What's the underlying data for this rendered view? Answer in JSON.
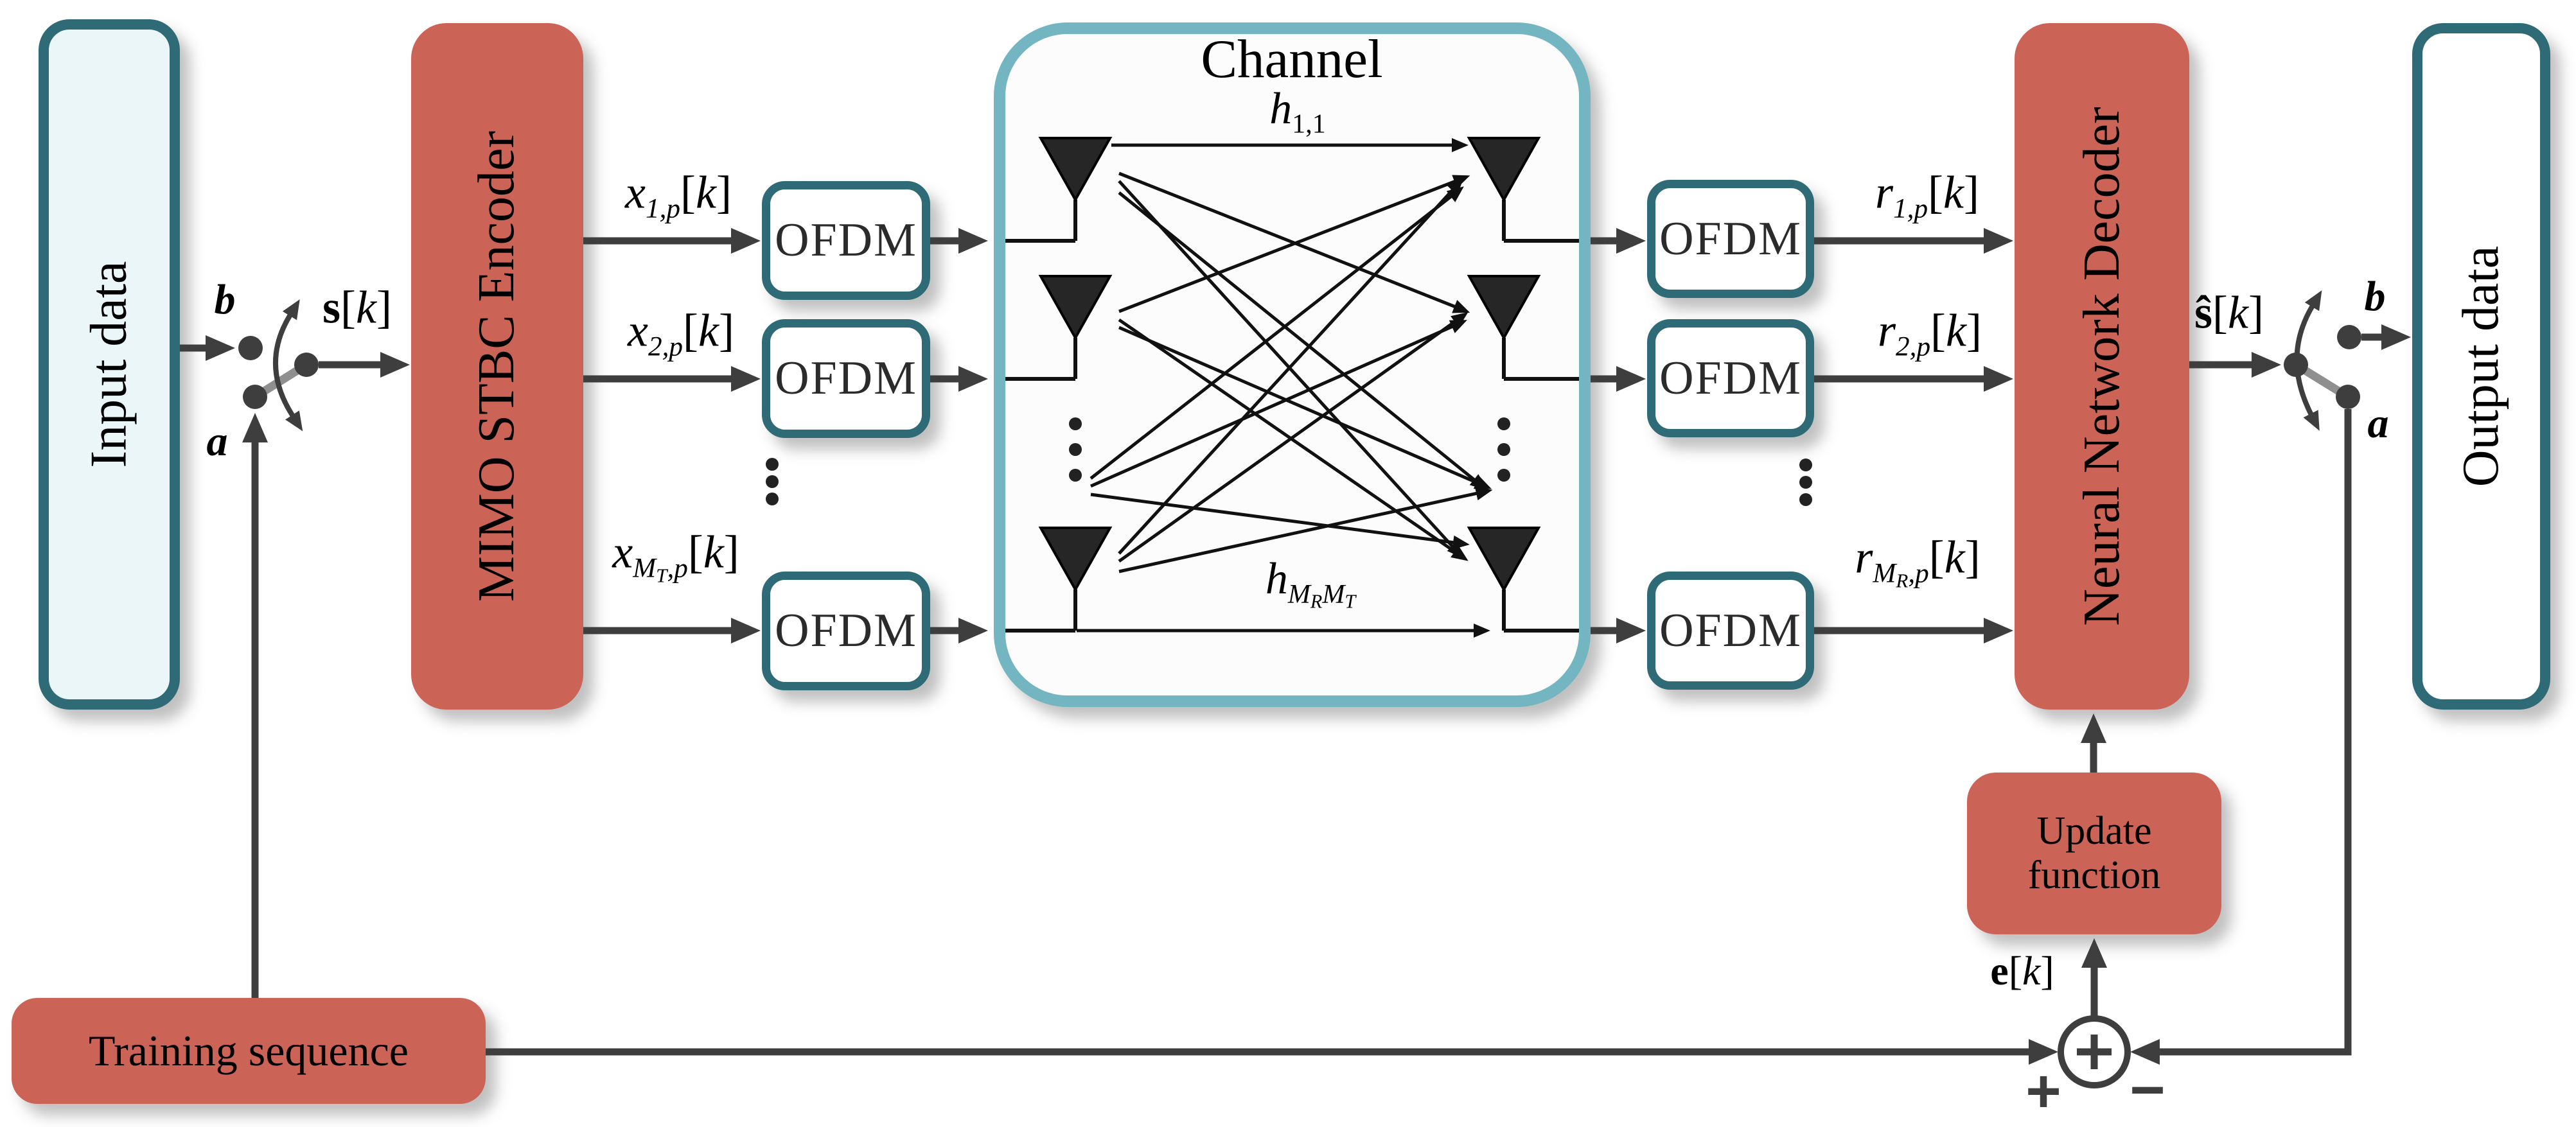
{
  "blocks": {
    "input_data": "Input data",
    "encoder": "MIMO STBC Encoder",
    "ofdm": "OFDM",
    "channel": "Channel",
    "decoder": "Neural Network Decoder",
    "output_data": "Output data",
    "update_function": "Update function",
    "training_sequence": "Training sequence"
  },
  "switch_labels": {
    "top": "b",
    "bottom": "a"
  },
  "signs": {
    "plus": "+",
    "minus": "−"
  },
  "math": {
    "s": {
      "base": "s",
      "open": "[",
      "arg": "k",
      "close": "]"
    },
    "s_hat": {
      "base": "ŝ",
      "open": "[",
      "arg": "k",
      "close": "]"
    },
    "e": {
      "base": "e",
      "open": "[",
      "arg": "k",
      "close": "]"
    },
    "x_1": {
      "base": "x",
      "sub": "1,p",
      "open": "[",
      "arg": "k",
      "close": "]"
    },
    "x_2": {
      "base": "x",
      "sub": "2,p",
      "open": "[",
      "arg": "k",
      "close": "]"
    },
    "x_MT": {
      "base": "x",
      "sub_m": "M",
      "sub_ms": "T",
      "sub_rest": ",p",
      "open": "[",
      "arg": "k",
      "close": "]"
    },
    "r_1": {
      "base": "r",
      "sub": "1,p",
      "open": "[",
      "arg": "k",
      "close": "]"
    },
    "r_2": {
      "base": "r",
      "sub": "2,p",
      "open": "[",
      "arg": "k",
      "close": "]"
    },
    "r_MR": {
      "base": "r",
      "sub_m": "M",
      "sub_ms": "R",
      "sub_rest": ",p",
      "open": "[",
      "arg": "k",
      "close": "]"
    },
    "h_11": {
      "base": "h",
      "sub": "1,1"
    },
    "h_MRMT": {
      "base": "h",
      "sub_m1": "M",
      "sub_ms1": "R",
      "sub_m2": "M",
      "sub_ms2": "T"
    }
  },
  "colors": {
    "accent_red": "#CC6357",
    "teal_dark": "#2E6B77",
    "teal_light": "#73B6C1",
    "line_gray": "#3E3E3E",
    "input_fill": "#EAF6F8"
  }
}
